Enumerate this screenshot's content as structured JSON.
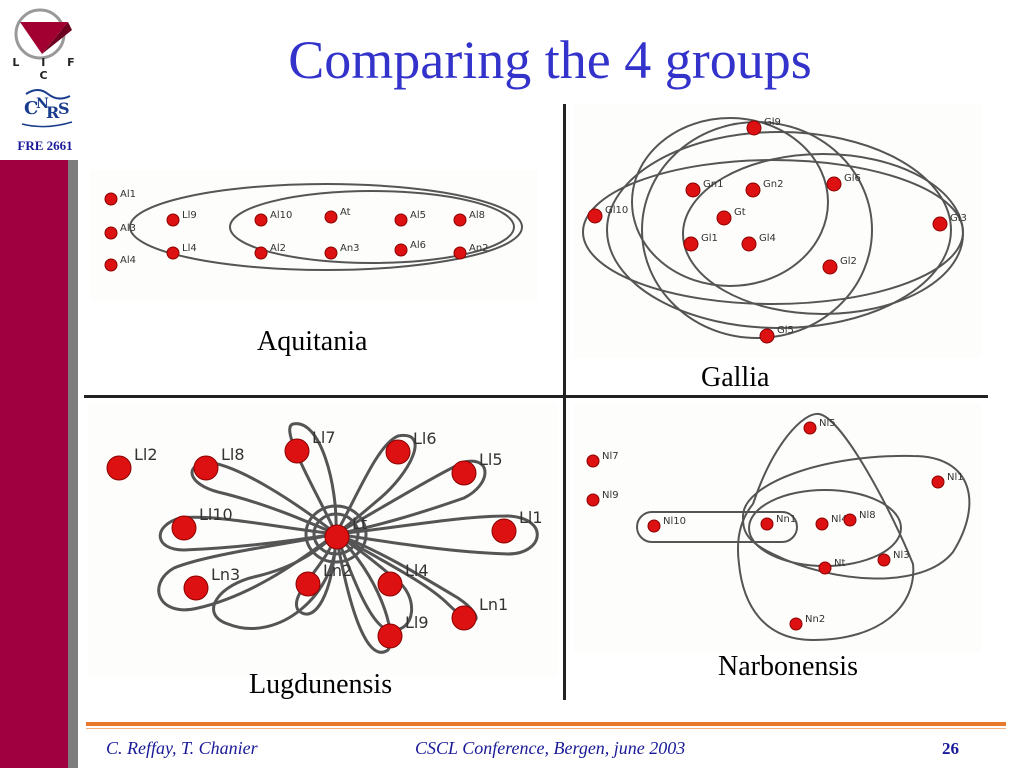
{
  "slide": {
    "title": "Comparing the 4 groups",
    "logos": {
      "lifc": "L I F C",
      "lab_code": "FRE 2661"
    },
    "footer": {
      "authors": "C. Reffay, T. Chanier",
      "conference": "CSCL Conference, Bergen, june 2003",
      "page_number": "26"
    },
    "colors": {
      "title": "#3333cc",
      "sidebar": "#a10040",
      "node": "#dd1111",
      "footer_rule": "#e97a2b",
      "footer_text": "#1a1a99"
    }
  },
  "panels": {
    "aquitania": {
      "label": "Aquitania",
      "nodes": [
        "Al1",
        "Al3",
        "Al4",
        "Ll9",
        "Ll4",
        "Al10",
        "Al2",
        "At",
        "An3",
        "Al5",
        "Al6",
        "Al8",
        "An2"
      ]
    },
    "gallia": {
      "label": "Gallia",
      "nodes": [
        "Gl9",
        "Gn1",
        "Gn2",
        "Gl6",
        "Gl10",
        "Gt",
        "Gl3",
        "Gl1",
        "Gl4",
        "Gl2",
        "Gl5"
      ]
    },
    "lugdunensis": {
      "label": "Lugdunensis",
      "nodes": [
        "Ll2",
        "Ll8",
        "Ll7",
        "Ll6",
        "Ll5",
        "Ll10",
        "Lt",
        "Ll1",
        "Ln3",
        "Ln2",
        "Ll4",
        "Ln1",
        "Ll9"
      ]
    },
    "narbonensis": {
      "label": "Narbonensis",
      "nodes": [
        "Nl5",
        "Nl7",
        "Nl1",
        "Nl9",
        "Nl10",
        "Nn1",
        "Nl4",
        "Nl8",
        "Nl3",
        "Nt",
        "Nn2"
      ]
    }
  }
}
